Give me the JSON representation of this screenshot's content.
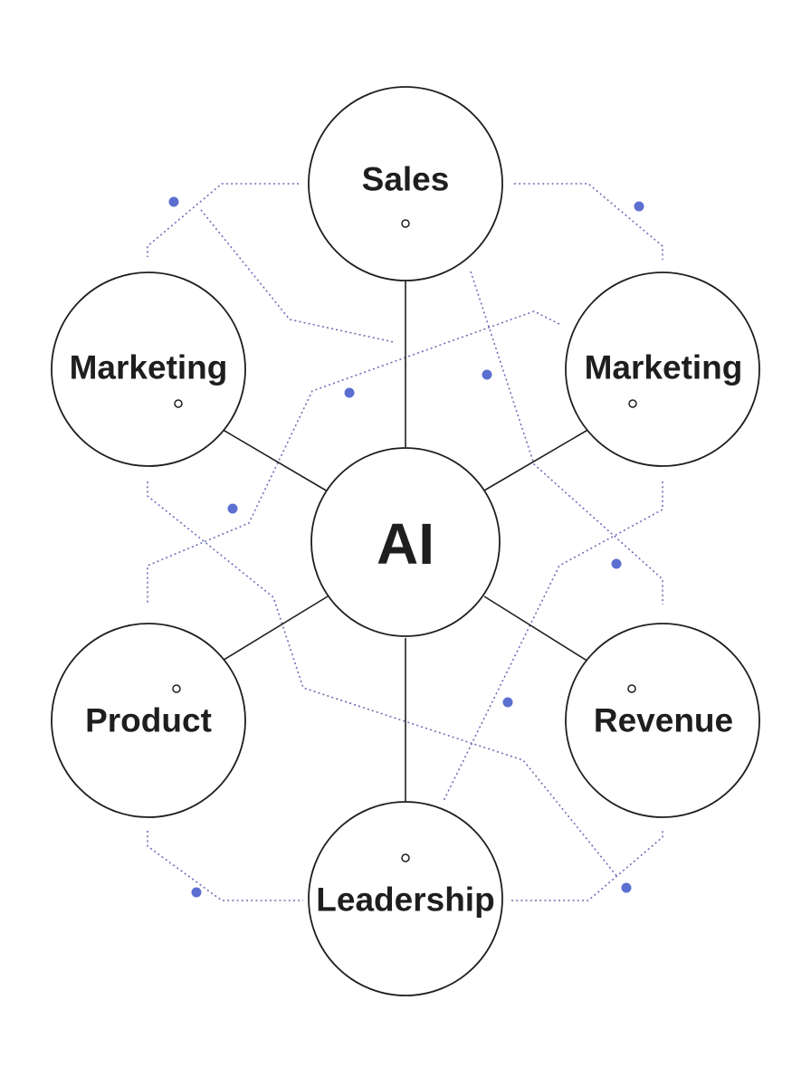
{
  "diagram": {
    "center": {
      "label": "AI"
    },
    "nodes": [
      {
        "id": "sales",
        "label": "Sales"
      },
      {
        "id": "marketing-left",
        "label": "Marketing"
      },
      {
        "id": "marketing-right",
        "label": "Marketing"
      },
      {
        "id": "product",
        "label": "Product"
      },
      {
        "id": "revenue",
        "label": "Revenue"
      },
      {
        "id": "leadership",
        "label": "Leadership"
      }
    ]
  },
  "colors": {
    "line": "#1e1e1e",
    "text": "#1e1e1e",
    "accent_dots": "#5b6fd1",
    "dotted_lines": "#6c6fb8",
    "background": "#ffffff"
  }
}
